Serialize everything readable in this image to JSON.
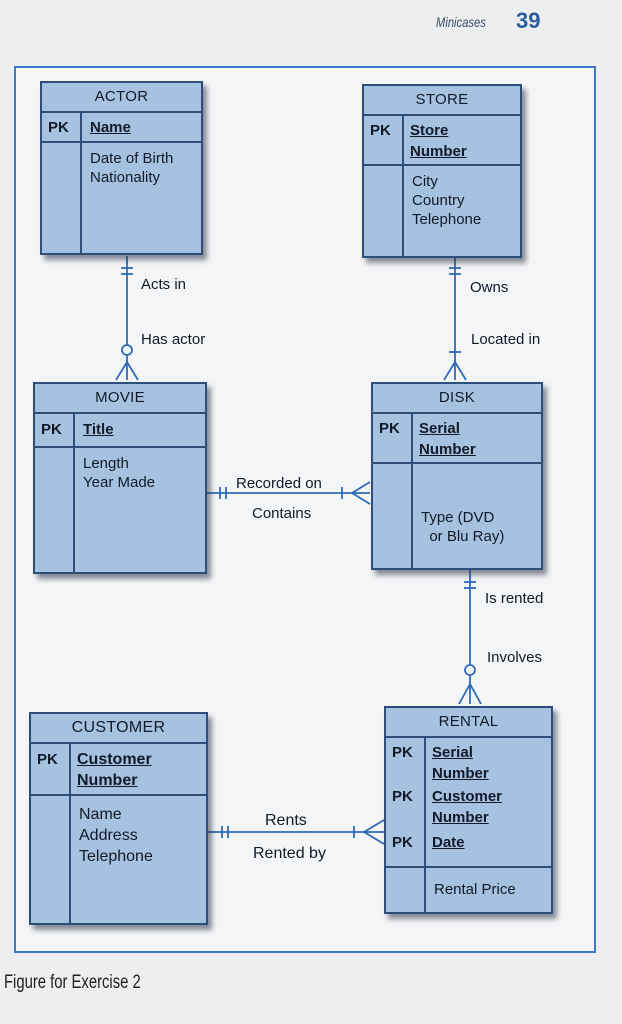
{
  "header": {
    "section": "Minicases",
    "page": "39"
  },
  "caption": "Figure for Exercise 2",
  "entities": {
    "actor": {
      "name": "ACTOR",
      "keys": [
        "Name"
      ],
      "attributes": [
        "Date of Birth",
        "Nationality"
      ]
    },
    "store": {
      "name": "STORE",
      "keys": [
        "Store\nNumber"
      ],
      "attributes": [
        "City",
        "Country",
        "Telephone"
      ]
    },
    "movie": {
      "name": "MOVIE",
      "keys": [
        "Title"
      ],
      "attributes": [
        "Length",
        "Year Made"
      ]
    },
    "disk": {
      "name": "DISK",
      "keys": [
        "Serial\nNumber"
      ],
      "attributes": [
        "Type (DVD\n  or Blu Ray)"
      ]
    },
    "customer": {
      "name": "CUSTOMER",
      "keys": [
        "Customer\nNumber"
      ],
      "attributes": [
        "Name",
        "Address",
        "Telephone"
      ]
    },
    "rental": {
      "name": "RENTAL",
      "keys": [
        "Serial\nNumber",
        "Customer\nNumber",
        "Date"
      ],
      "attributes": [
        "Rental Price"
      ]
    }
  },
  "pk_label": "PK",
  "relationships": {
    "actor_movie": {
      "forward": "Acts in",
      "reverse": "Has actor"
    },
    "store_disk": {
      "forward": "Owns",
      "reverse": "Located in"
    },
    "movie_disk": {
      "forward": "Recorded on",
      "reverse": "Contains"
    },
    "disk_rental": {
      "forward": "Is rented",
      "reverse": "Involves"
    },
    "customer_rental": {
      "forward": "Rents",
      "reverse": "Rented by"
    }
  },
  "colors": {
    "entity_fill": "#a7c2e0",
    "entity_border": "#2d4e78",
    "frame": "#3d79c2",
    "line": "#2e6bb8"
  }
}
